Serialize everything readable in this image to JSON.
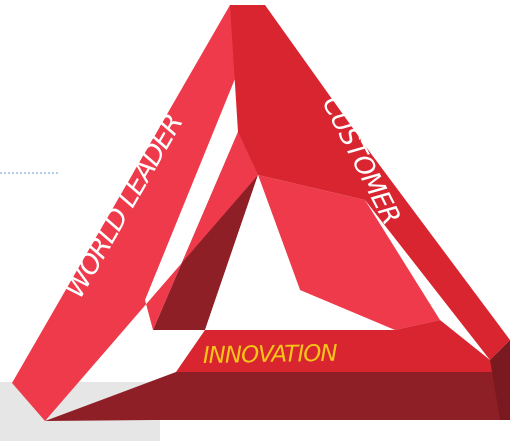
{
  "diagram": {
    "labels": {
      "left_side": "WORLD LEADER",
      "right_side": "CUSTOMER",
      "bottom_side": "INNOVATION"
    },
    "colors": {
      "face_bright": "#ee3a4a",
      "face_mid": "#d9252f",
      "face_dark": "#8e1f26",
      "face_shadow": "#7a1a20",
      "label_light": "#ffffff",
      "label_accent": "#f5c518",
      "dotted_rule": "#6d9bd3",
      "ground_band": "#e6e6e6"
    }
  }
}
